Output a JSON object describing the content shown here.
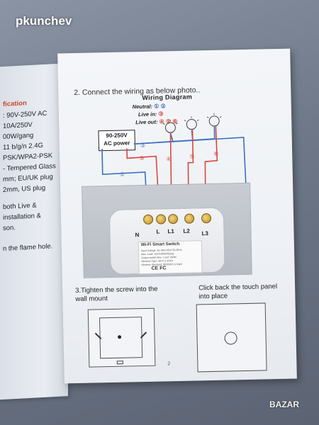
{
  "watermark": "pkunchev",
  "left_page": {
    "lines": [
      "fication",
      ": 90V-250V AC",
      "10A/250V",
      "00W/gang",
      "11 b/g/n 2.4G",
      "PSK/WPA2-PSK",
      "- Tempered Glass",
      "mm; EU/UK plug",
      "2mm, US plug",
      "both Live &",
      "installation &",
      "son.",
      "n the flame hole."
    ]
  },
  "manual": {
    "step2": "2. Connect the wiring as below photo..",
    "diagram_title": "Wiring Diagram",
    "legend": {
      "neutral_label": "Neutral:",
      "neutral_value": "① ②",
      "live_in_label": "Live in:",
      "live_in_value": "③",
      "live_out_label": "Live out:",
      "live_out_value": "④ ⑤ ⑥"
    },
    "power_box": [
      "90-250V",
      "AC power"
    ],
    "wire_numbers": [
      "②",
      "③",
      "①",
      "④",
      "⑤",
      "⑥"
    ],
    "terminals": [
      "N",
      "L",
      "L1",
      "L2",
      "L3"
    ],
    "module": {
      "title": "Wi-Fi Smart Switch",
      "lines": [
        "Input Voltage: AC 90V-250V 50-60Hz",
        "Max. Load: 10A/1000W/Gang",
        "Output switch Max. Load: 300W",
        "Wireless Type: Wi-Fi 2.4GHz",
        "Wireless Standard: IEEE802.11 b/g/n"
      ],
      "marks": "CE FC"
    },
    "step3": "3.Tighten the screw into the wall mount",
    "step4": "Click back the touch panel into place",
    "page_number": "2"
  },
  "site_brand": "BAZAR",
  "colors": {
    "blue_wire": "#3b6fc4",
    "red_wire": "#d9473a",
    "paper": "#eef1f5"
  }
}
